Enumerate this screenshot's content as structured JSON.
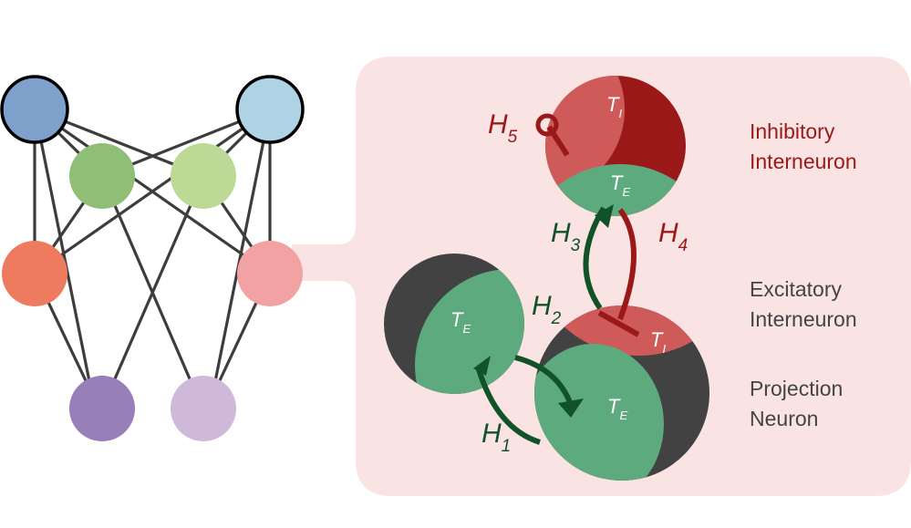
{
  "colors": {
    "panel": "#fae3e3",
    "excitatory_green": "#5daa7f",
    "dark_gray": "#424242",
    "inhibitory_dark": "#9a1818",
    "inhibitory_light": "#cf5a5a",
    "arrow_green": "#125228",
    "arrow_red": "#9a1818"
  },
  "network": {
    "nodes": [
      {
        "id": "top-left",
        "color": "#7ea1cc"
      },
      {
        "id": "top-right",
        "color": "#afd2e5"
      },
      {
        "id": "green-left",
        "color": "#8fbe76"
      },
      {
        "id": "green-right",
        "color": "#bcd995"
      },
      {
        "id": "mid-left",
        "color": "#ee7b5f"
      },
      {
        "id": "mid-right",
        "color": "#f2a2a2"
      },
      {
        "id": "bottom-left",
        "color": "#977fb7"
      },
      {
        "id": "bottom-right",
        "color": "#cfb9d9"
      }
    ]
  },
  "detail": {
    "te": "T",
    "te_sub": "E",
    "ti": "T",
    "ti_sub": "I",
    "h1": "H",
    "h1_sub": "1",
    "h2": "H",
    "h2_sub": "2",
    "h3": "H",
    "h3_sub": "3",
    "h4": "H",
    "h4_sub": "4",
    "h5": "H",
    "h5_sub": "5"
  },
  "labels": {
    "inhibitory": [
      "Inhibitory",
      "Interneuron"
    ],
    "excitatory": [
      "Excitatory",
      "Interneuron"
    ],
    "projection": [
      "Projection",
      "Neuron"
    ]
  }
}
